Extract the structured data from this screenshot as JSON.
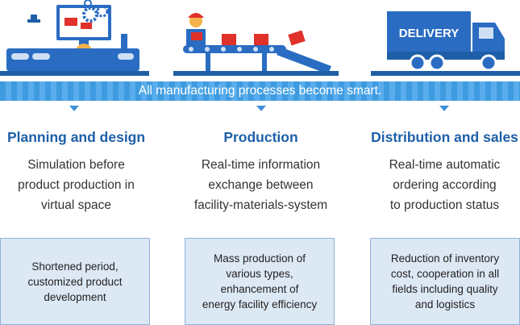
{
  "banner": {
    "text": "All manufacturing processes become smart."
  },
  "columns": [
    {
      "title": "Planning and design",
      "description": [
        "Simulation before",
        "product production in",
        "virtual space"
      ],
      "box": [
        "Shortened period,",
        "customized product",
        "development"
      ]
    },
    {
      "title": "Production",
      "description": [
        "Real-time information",
        "exchange between",
        "facility-materials-system"
      ],
      "box": [
        "Mass production of",
        "various types,",
        "enhancement of",
        "energy facility efficiency"
      ]
    },
    {
      "title": "Distribution and sales",
      "description": [
        "Real-time automatic",
        "ordering according",
        "to production status"
      ],
      "box": [
        "Reduction of inventory",
        "cost, cooperation in all",
        "fields including quality",
        "and logistics"
      ]
    }
  ],
  "truck": {
    "label": "DELIVERY"
  },
  "colors": {
    "accent": "#1f5fa8",
    "banner": "#3f9be0",
    "box_fill": "#dde8f5",
    "box_border": "#8fb1d9",
    "red": "#e0312a"
  }
}
